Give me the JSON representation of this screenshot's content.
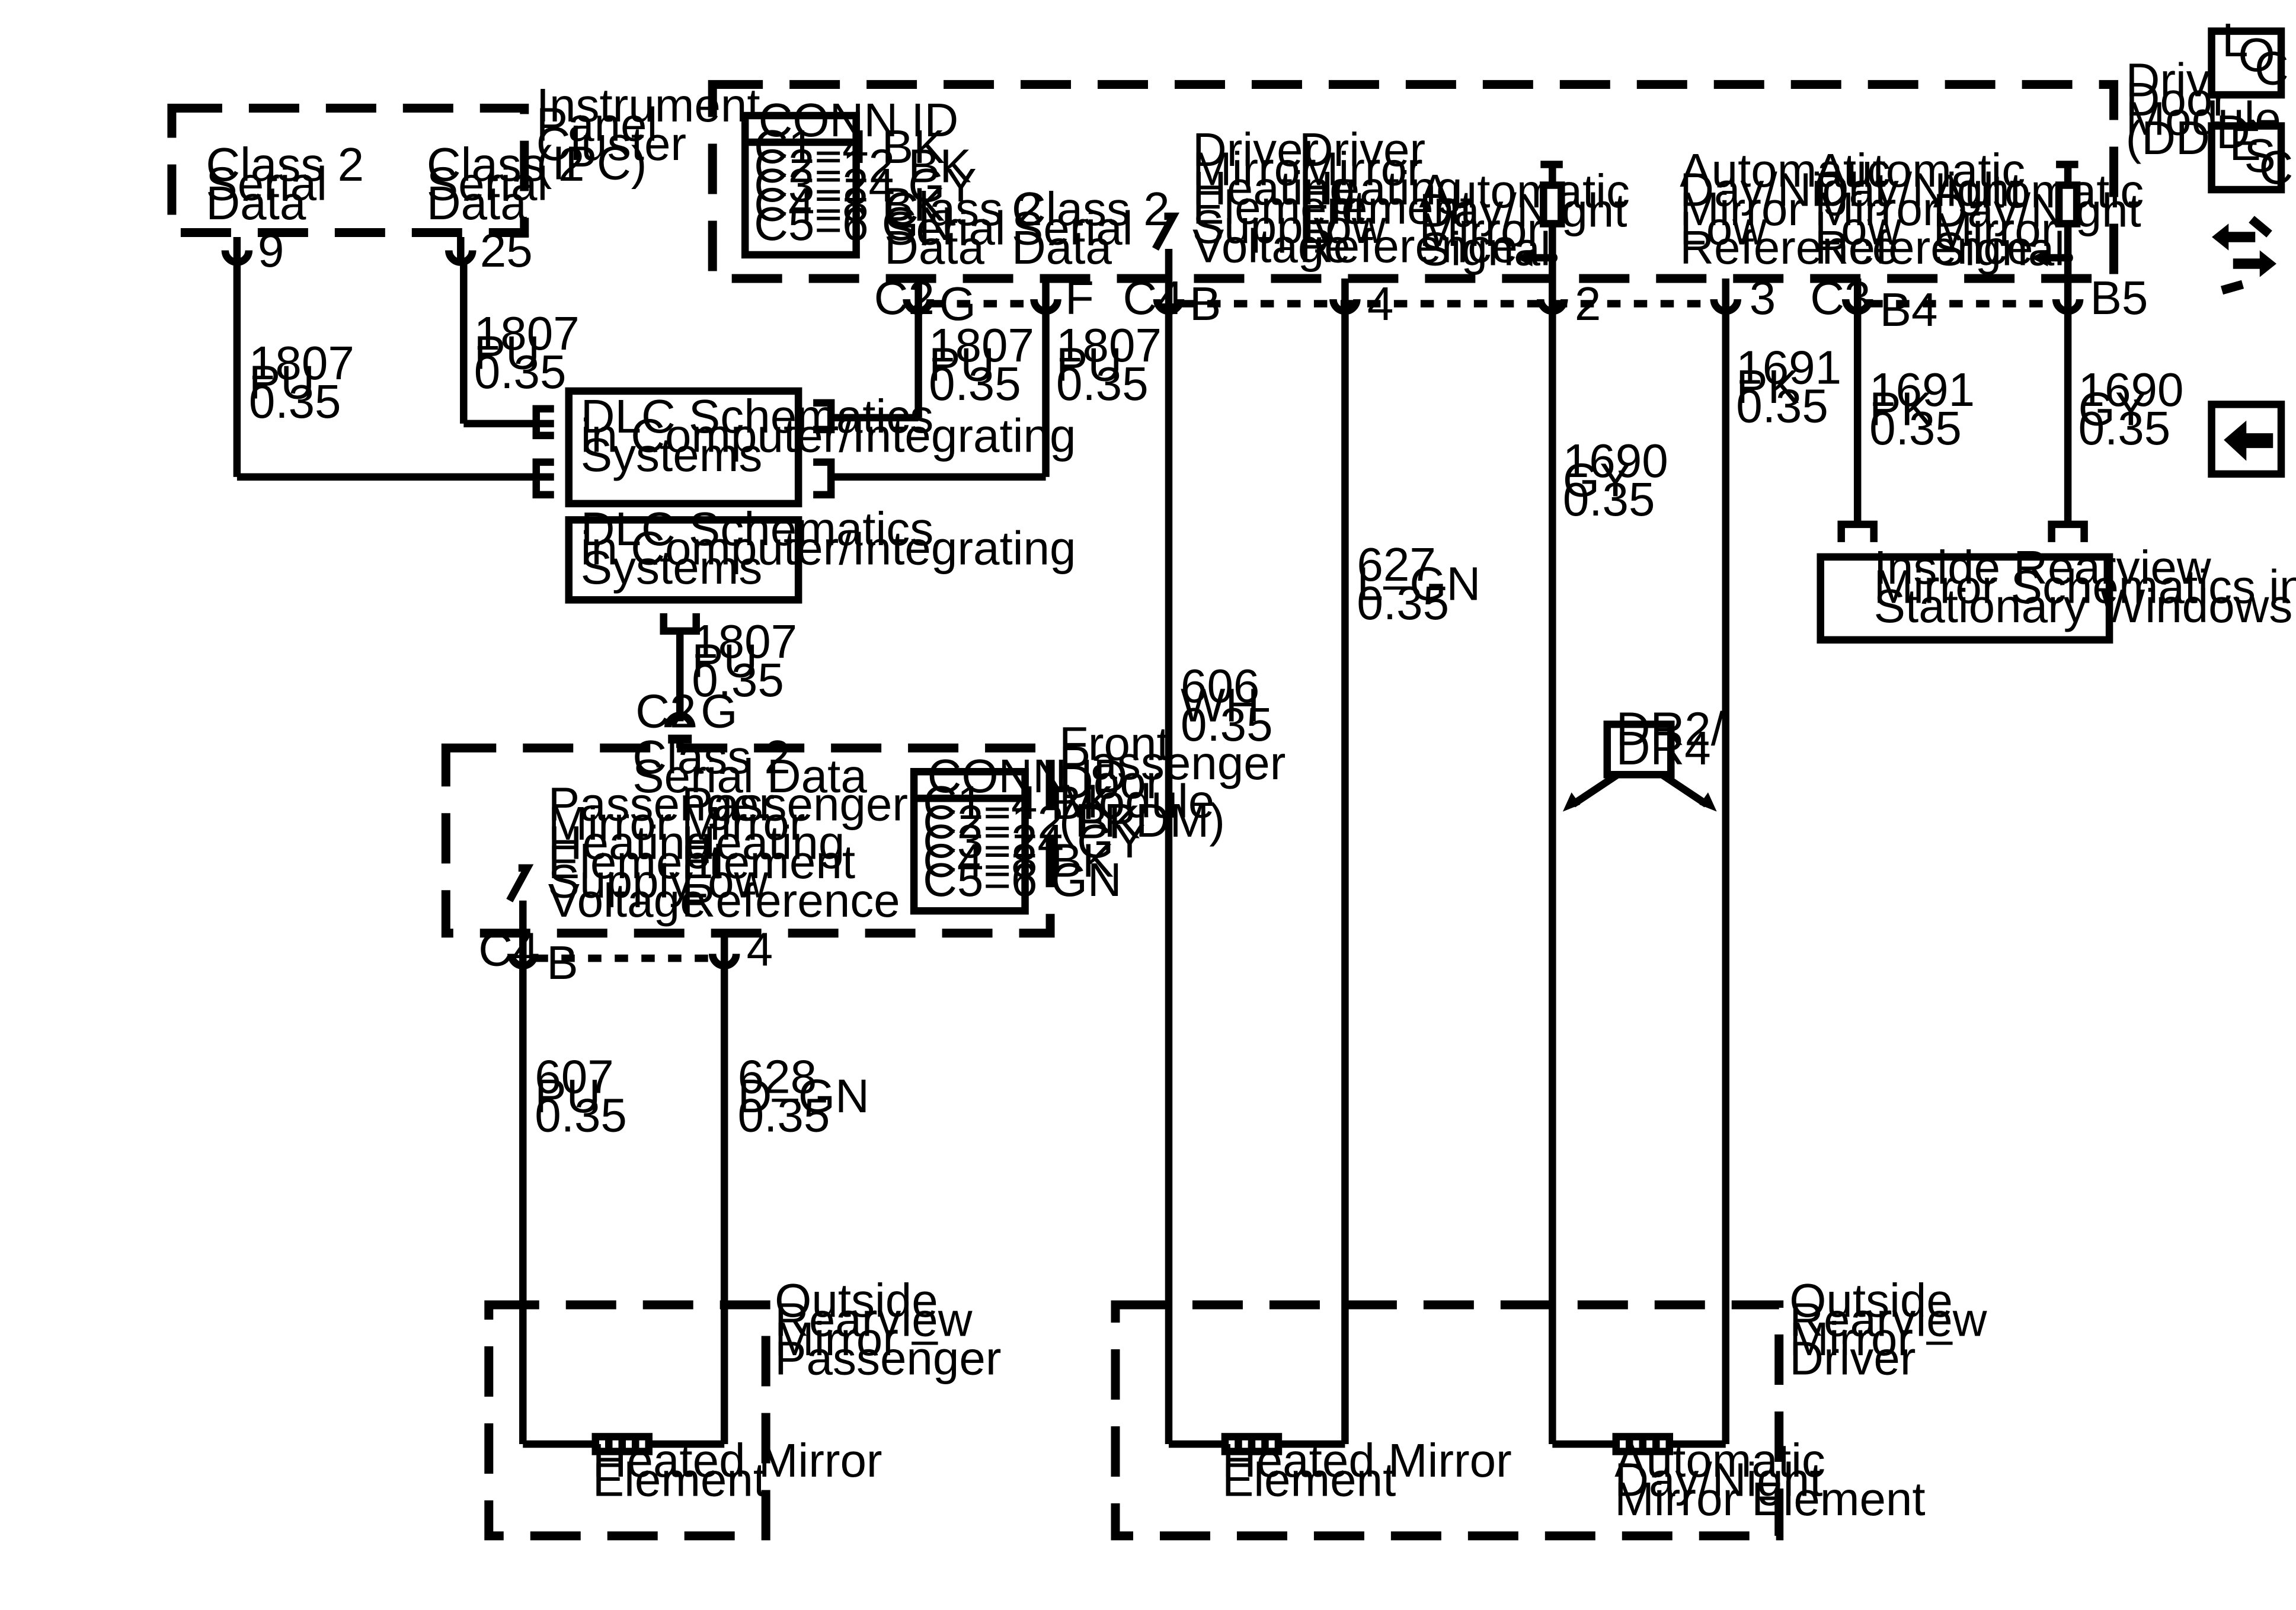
{
  "modules": {
    "ipc": {
      "label": [
        "Instrument",
        "Panel",
        "Cluster",
        "(IPC)"
      ]
    },
    "ddm": {
      "label": [
        "Driver",
        "Door",
        "Module",
        "(DDM)"
      ]
    },
    "fpdm": {
      "label": [
        "Front",
        "Passenger",
        "Door",
        "Module",
        "(FPDM)"
      ]
    },
    "mirror_passenger": {
      "label": [
        "Outside",
        "Rearview",
        "Mirror –",
        "Passenger"
      ]
    },
    "mirror_driver": {
      "label": [
        "Outside",
        "Rearview",
        "Mirror –",
        "Driver"
      ]
    }
  },
  "ipc_pins": [
    {
      "name": [
        "Class 2",
        "Serial",
        "Data"
      ],
      "pin": "9",
      "wire": [
        "1807",
        "PU",
        "0.35"
      ]
    },
    {
      "name": [
        "Class 2",
        "Serial",
        "Data"
      ],
      "pin": "25",
      "wire": [
        "1807",
        "PU",
        "0.35"
      ]
    }
  ],
  "conn_id": {
    "title": "CONN ID",
    "rows": [
      "C1=4 BK",
      "C2=12 BK",
      "C3=24 GY",
      "C4=8 BK",
      "C5=6 GN"
    ]
  },
  "ddm_class2": [
    {
      "name": [
        "Class 2",
        "Serial",
        "Data"
      ],
      "conn": "C2",
      "pin": "G",
      "wire": [
        "1807",
        "PU",
        "0.35"
      ]
    },
    {
      "name": [
        "Class 2",
        "Serial",
        "Data"
      ],
      "pin": "F",
      "wire": [
        "1807",
        "PU",
        "0.35"
      ]
    }
  ],
  "ddm_pins": [
    {
      "name": [
        "Driver",
        "Mirror",
        "Heating",
        "Element",
        "Supply",
        "Voltage"
      ],
      "conn": "C4",
      "pin": "B",
      "wire": [
        "606",
        "WH",
        "0.35"
      ]
    },
    {
      "name": [
        "Driver",
        "Mirror",
        "Heating",
        "Element",
        "Low",
        "Reference"
      ],
      "pin": "4",
      "wire": [
        "627",
        "L–GN",
        "0.35"
      ]
    },
    {
      "name": [
        "Automatic",
        "Day/Night",
        "Mirror",
        "Signal"
      ],
      "pin": "2",
      "wire": [
        "1690",
        "GY",
        "0.35"
      ]
    },
    {
      "name": [
        "Automatic",
        "Day/Night",
        "Mirror",
        "Low",
        "Reference"
      ],
      "pin": "3",
      "wire": [
        "1691",
        "PK",
        "0.35"
      ]
    },
    {
      "name": [
        "Automatic",
        "Day/Night",
        "Mirror",
        "Low",
        "Reference"
      ],
      "conn": "C3",
      "pin": "B4",
      "wire": [
        "1691",
        "PK",
        "0.35"
      ]
    },
    {
      "name": [
        "Automatic",
        "Day/Night",
        "Mirror",
        "Signal"
      ],
      "pin": "B5",
      "wire": [
        "1690",
        "GY",
        "0.35"
      ]
    }
  ],
  "dlc_box": {
    "label": [
      "DLC Schematics",
      "in Computer/Integrating",
      "Systems"
    ]
  },
  "dlc_box2": {
    "label": [
      "DLC Schematics",
      "in Computer/Integrating",
      "Systems"
    ]
  },
  "dlc_wire": [
    "1807",
    "PU",
    "0.35"
  ],
  "fpdm_class2": {
    "conn": "C2",
    "pin": "G",
    "name": [
      "Class 2",
      "Serial Data"
    ]
  },
  "fpdm_pins": [
    {
      "name": [
        "Passenger",
        "Mirror",
        "Heating",
        "Element",
        "Supply",
        "Voltage"
      ],
      "conn": "C4",
      "pin": "B",
      "wire": [
        "607",
        "PU",
        "0.35"
      ]
    },
    {
      "name": [
        "Passenger",
        "Mirror",
        "Heating",
        "Element",
        "Low",
        "Reference"
      ],
      "pin": "4",
      "wire": [
        "628",
        "D–GN",
        "0.35"
      ]
    }
  ],
  "inside_mirror_box": {
    "label": [
      "Inside Rearview",
      "Mirror Schematics in",
      "Stationary Windows"
    ]
  },
  "dr_option": [
    "DR2/",
    "DR4"
  ],
  "elements": {
    "heated_passenger": [
      "Heated Mirror",
      "Element"
    ],
    "heated_driver": [
      "Heated Mirror",
      "Element"
    ],
    "auto_dimming": [
      "Automatic",
      "Day/Night",
      "Mirror Element"
    ]
  },
  "side_icons": {
    "loc": [
      "L",
      "O",
      "C"
    ],
    "desc": [
      "D",
      "E",
      "S",
      "C"
    ]
  },
  "icon_names": [
    "loc-icon",
    "desc-icon",
    "connector-tool-icon",
    "back-arrow-icon"
  ]
}
